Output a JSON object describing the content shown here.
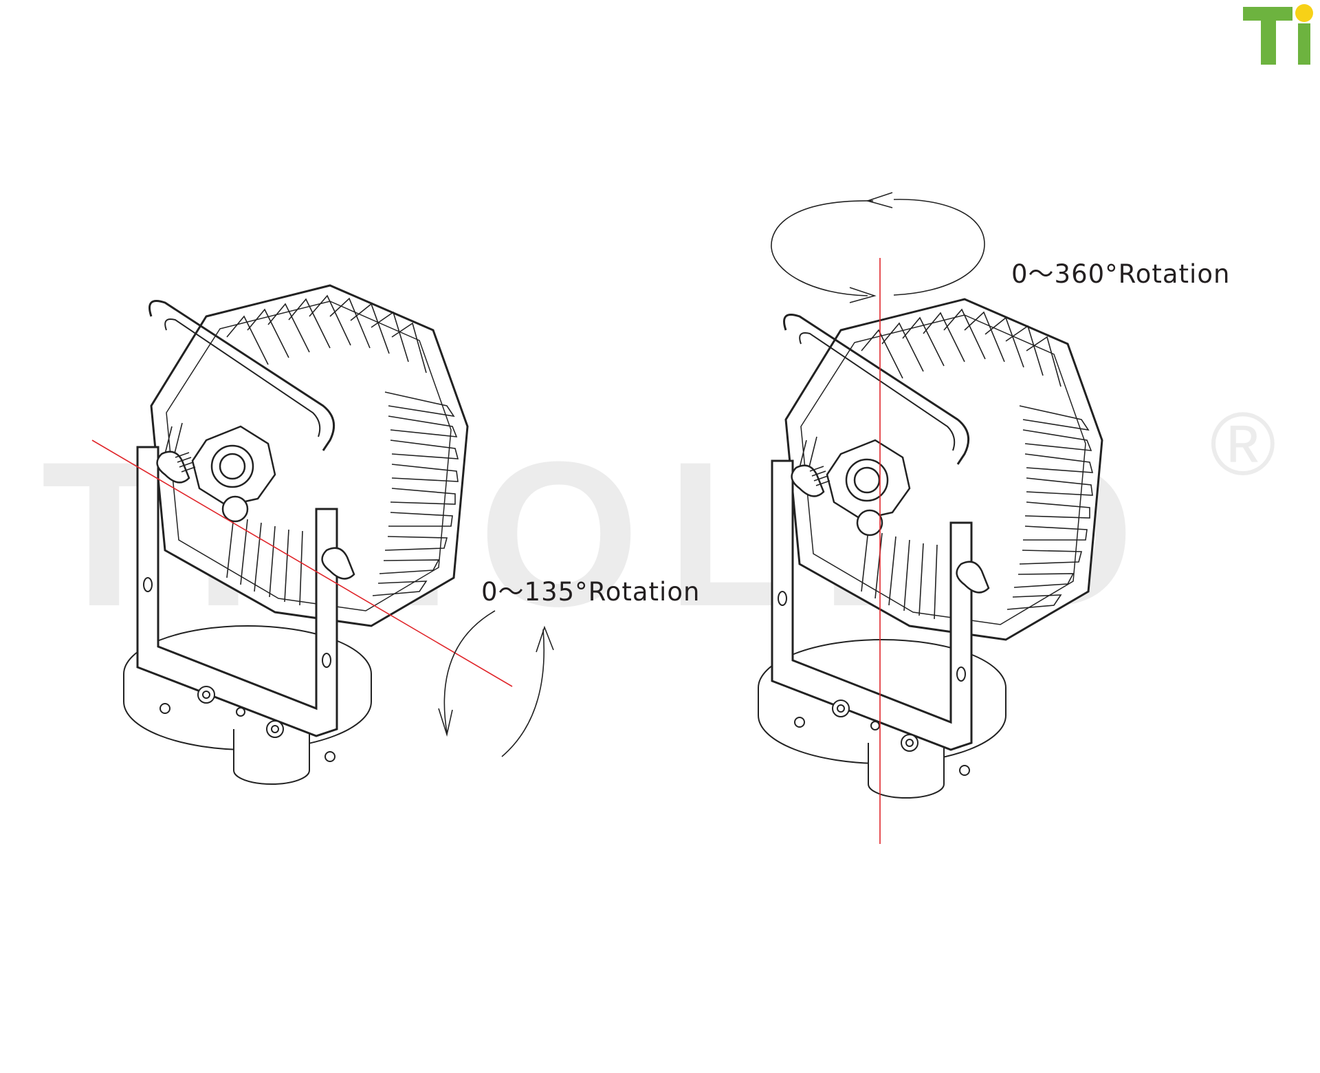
{
  "logo": {
    "text": "Ti",
    "brand_green": "#6db33f",
    "dot_yellow": "#f7d117"
  },
  "watermark": {
    "text": "TIMOLED",
    "registered": "®",
    "color": "#ececec"
  },
  "left_figure": {
    "label": "0～135°Rotation",
    "axis": "horizontal tilt axis"
  },
  "right_figure": {
    "label": "0～360°Rotation",
    "axis": "vertical rotation axis"
  },
  "colors": {
    "line": "#222222",
    "axis": "#e0262b",
    "text": "#231f20"
  }
}
